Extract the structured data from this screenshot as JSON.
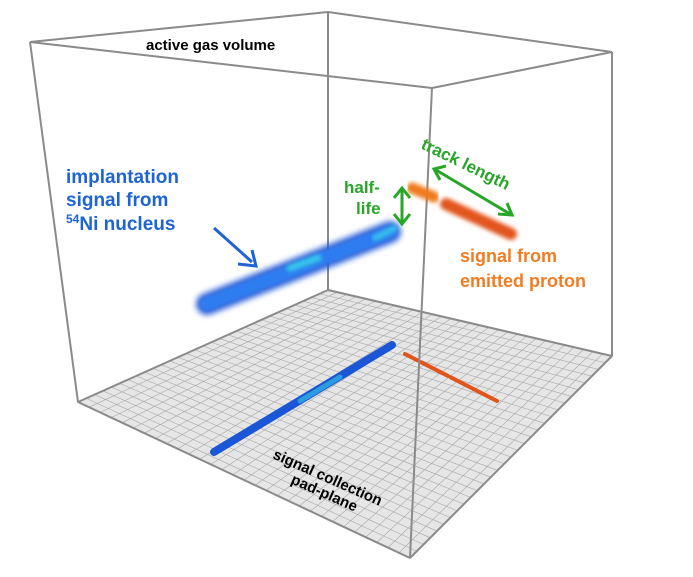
{
  "labels": {
    "gas_volume": "active gas volume",
    "implantation_line1": "implantation",
    "implantation_line2": "signal from",
    "isotope_mass": "54",
    "isotope_rest": "Ni nucleus",
    "half_life_line1": "half-",
    "half_life_line2": "life",
    "track_length": "track length",
    "proton_line1": "signal from",
    "proton_line2": "emitted proton",
    "pad_line1": "signal collection",
    "pad_line2": "pad-plane"
  },
  "colors": {
    "implantation": "#1a56d6",
    "implantation_core": "#2d7df0",
    "implantation_glow": "#38d6e8",
    "proton": "#ef7a1e",
    "proton_dark": "#e2551a",
    "annotation_green": "#27a627",
    "label_blue": "#1e64d2",
    "label_orange": "#f07d22",
    "box_edge": "#8a8a8a",
    "pad_fill": "#e6e6e6",
    "pad_grid": "#a8a8a8"
  }
}
